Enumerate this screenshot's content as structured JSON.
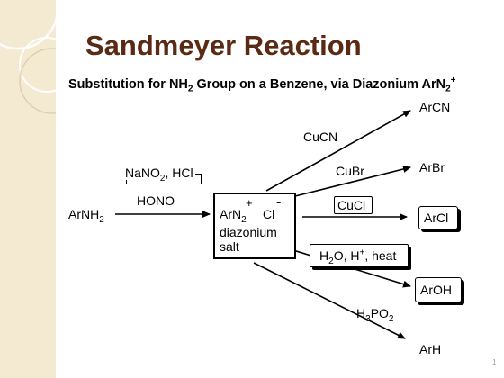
{
  "slide": {
    "title": "Sandmeyer Reaction",
    "subtitle_prefix": "Substitution for NH",
    "subtitle_sub1": "2",
    "subtitle_mid": " Group on a Benzene, via Diazonium ArN",
    "subtitle_sub2": "2",
    "subtitle_sup": "+",
    "page_number": "1"
  },
  "reactant": {
    "prefix": "ArNH",
    "sub": "2"
  },
  "reagents_first_step": {
    "line1_prefix": "NaNO",
    "line1_sub": "2",
    "line1_suffix": ", HCl",
    "line2": "HONO"
  },
  "intermediate": {
    "formula_prefix": "ArN",
    "formula_sub": "2",
    "plus": "+",
    "minus": "-",
    "anion": "Cl",
    "label_line1": "diazonium",
    "label_line2": "salt"
  },
  "branches": [
    {
      "reagent": "CuCN",
      "product": "ArCN"
    },
    {
      "reagent": "CuBr",
      "product": "ArBr"
    },
    {
      "reagent": "CuCl",
      "product": "ArCl"
    },
    {
      "reagent_prefix": "H",
      "reagent_sub": "2",
      "reagent_mid": "O, H",
      "reagent_sup": "+",
      "reagent_suffix": ", heat",
      "product": "ArOH"
    },
    {
      "reagent_prefix": "H",
      "reagent_sub": "3",
      "reagent_suffix": "PO",
      "reagent_sub2": "2",
      "product": "ArH"
    }
  ]
}
